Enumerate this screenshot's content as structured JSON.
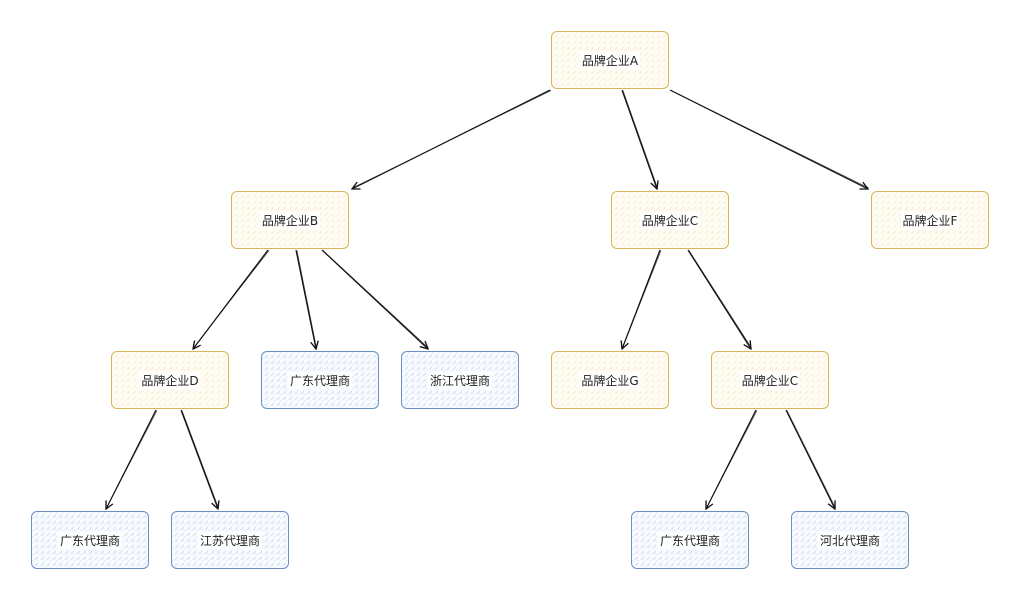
{
  "diagram": {
    "nodes": [
      {
        "id": "A",
        "label": "品牌企业A",
        "kind": "brand"
      },
      {
        "id": "B",
        "label": "品牌企业B",
        "kind": "brand"
      },
      {
        "id": "C1",
        "label": "品牌企业C",
        "kind": "brand"
      },
      {
        "id": "F",
        "label": "品牌企业F",
        "kind": "brand"
      },
      {
        "id": "D",
        "label": "品牌企业D",
        "kind": "brand"
      },
      {
        "id": "GD1",
        "label": "广东代理商",
        "kind": "agent"
      },
      {
        "id": "ZJ",
        "label": "浙江代理商",
        "kind": "agent"
      },
      {
        "id": "G",
        "label": "品牌企业G",
        "kind": "brand"
      },
      {
        "id": "C2",
        "label": "品牌企业C",
        "kind": "brand"
      },
      {
        "id": "GD2",
        "label": "广东代理商",
        "kind": "agent"
      },
      {
        "id": "JS",
        "label": "江苏代理商",
        "kind": "agent"
      },
      {
        "id": "GD3",
        "label": "广东代理商",
        "kind": "agent"
      },
      {
        "id": "HB",
        "label": "河北代理商",
        "kind": "agent"
      }
    ],
    "edges": [
      {
        "from": "A",
        "to": "B"
      },
      {
        "from": "A",
        "to": "C1"
      },
      {
        "from": "A",
        "to": "F"
      },
      {
        "from": "B",
        "to": "D"
      },
      {
        "from": "B",
        "to": "GD1"
      },
      {
        "from": "B",
        "to": "ZJ"
      },
      {
        "from": "C1",
        "to": "G"
      },
      {
        "from": "C1",
        "to": "C2"
      },
      {
        "from": "D",
        "to": "GD2"
      },
      {
        "from": "D",
        "to": "JS"
      },
      {
        "from": "C2",
        "to": "GD3"
      },
      {
        "from": "C2",
        "to": "HB"
      }
    ]
  }
}
